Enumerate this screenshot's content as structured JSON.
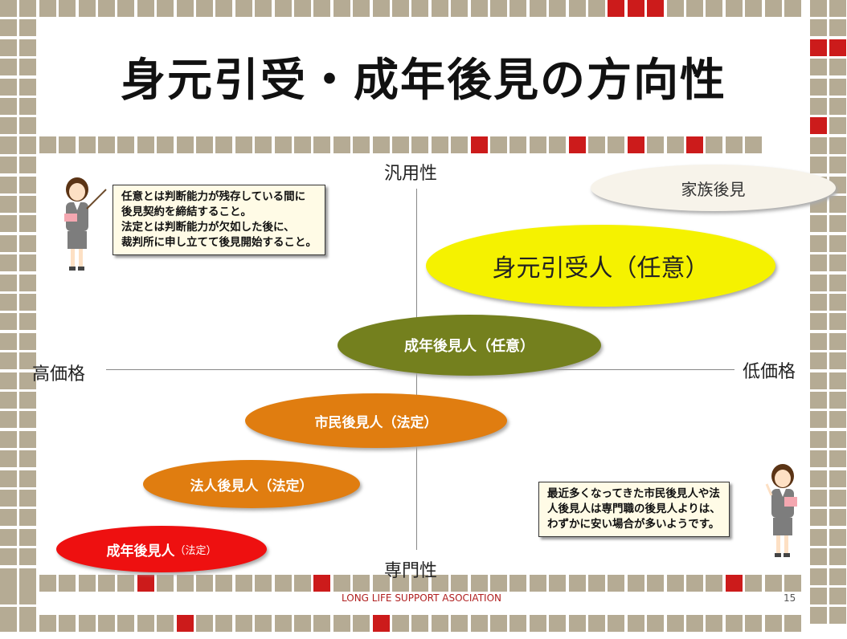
{
  "slide": {
    "title": "身元引受・成年後見の方向性",
    "axis": {
      "top": "汎用性",
      "bottom": "専門性",
      "left": "高価格",
      "right": "低価格"
    },
    "items": [
      {
        "label": "家族後見",
        "fill": "#f7f3ea",
        "text_color": "#333333"
      },
      {
        "label": "身元引受人（任意）",
        "fill": "#f5f200",
        "text_color": "#222222"
      },
      {
        "label": "成年後見人（任意）",
        "fill": "#74801e",
        "text_color": "#ffffff"
      },
      {
        "label": "市民後見人（法定）",
        "fill": "#e07d10",
        "text_color": "#ffffff"
      },
      {
        "label": "法人後見人（法定）",
        "fill": "#e07d10",
        "text_color": "#ffffff"
      },
      {
        "label": "成年後見人",
        "label_suffix": "（法定）",
        "fill": "#ee1010",
        "text_color": "#ffffff"
      }
    ],
    "note_left": [
      "任意とは判断能力が残存している間に",
      "後見契約を締結すること。",
      "法定とは判断能力が欠如した後に、",
      "裁判所に申し立てて後見開始すること。"
    ],
    "note_right": [
      "最近多くなってきた市民後見人や法",
      "人後見人は専門職の後見人よりは、",
      "わずかに安い場合が多いようです。"
    ],
    "footer": {
      "org": "LONG LIFE SUPPORT ASOCIATION",
      "page": "15"
    },
    "colors": {
      "tile_beige": "#b5ab94",
      "tile_red": "#cc1b1b"
    }
  }
}
